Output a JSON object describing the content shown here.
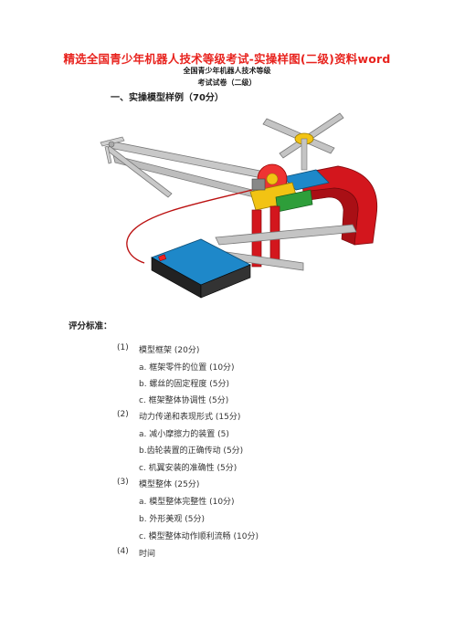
{
  "header": {
    "title": "精选全国青少年机器人技术等级考试-实操样图(二级)资料word",
    "subtitle1": "全国青少年机器人技术等级",
    "subtitle2": "考试试卷（二级）"
  },
  "section": {
    "heading": "一、实操模型样例（70分）"
  },
  "criteria": {
    "label": "评分标准：",
    "items": [
      {
        "no": "(1)",
        "title": "模型框架 (20分)",
        "subs": [
          "a. 框架零件的位置 (10分)",
          "b. 螺丝的固定程度 (5分)",
          "c. 框架整体协调性 (5分)"
        ]
      },
      {
        "no": "(2)",
        "title": "动力传递和表现形式 (15分)",
        "subs": [
          "a. 减小摩擦力的装置 (5)",
          "b.齿轮装置的正确传动 (5分)",
          "c. 机翼安装的准确性 (5分)"
        ]
      },
      {
        "no": "(3)",
        "title": "模型整体 (25分)",
        "subs": [
          "a. 模型整体完整性 (10分)",
          "b. 外形美观 (5分)",
          "c. 模型整体动作顺利流畅 (10分)"
        ]
      },
      {
        "no": "(4)",
        "title": "时间",
        "subs": []
      }
    ]
  },
  "colors": {
    "title": "#e8231e",
    "frame": "#c4c4c4",
    "red": "#d3161d",
    "blue": "#1e88c9",
    "yellow": "#f2c313"
  }
}
